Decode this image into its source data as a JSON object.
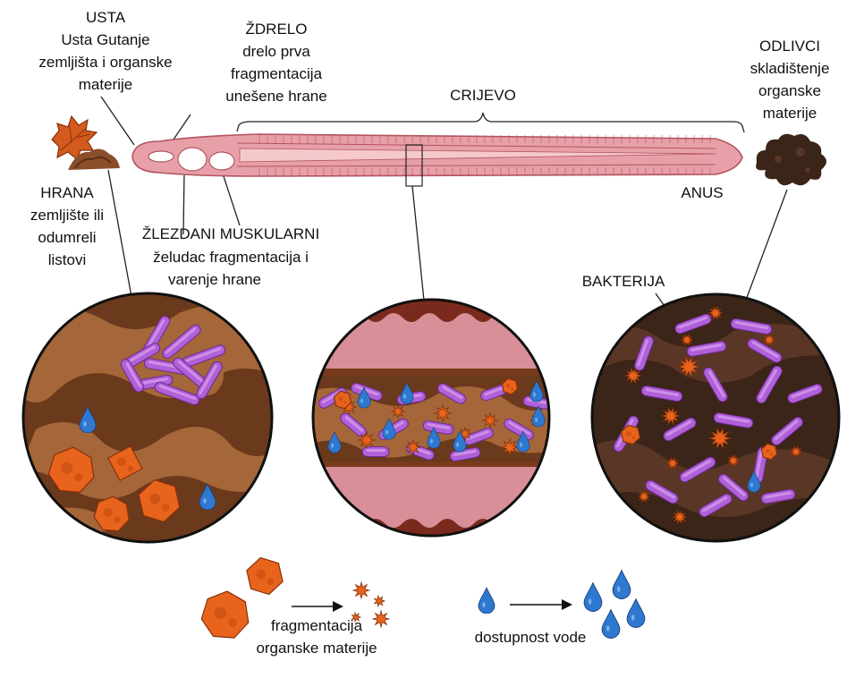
{
  "labels": {
    "usta": [
      "USTA",
      "Usta Gutanje",
      "zemljišta i organske",
      "materije"
    ],
    "zdrelo": [
      "ŽDRELO",
      "drelo prva",
      "fragmentacija",
      "unešene hrane"
    ],
    "crijevo": "CRIJEVO",
    "odlivci": [
      "ODLIVCI",
      "skladištenje",
      "organske",
      "materije"
    ],
    "hrana": [
      "HRANA",
      "zemljište ili",
      "odumreli",
      "listovi"
    ],
    "anus": "ANUS",
    "zeludac": [
      "ŽLEZDANI  MUSKULARNI",
      "želudac fragmentacija i",
      "varenje hrane"
    ],
    "bakterija": "BAKTERIJA",
    "legend_fragmentation": [
      "fragmentacija",
      "organske materije"
    ],
    "legend_water": "dostupnost vode"
  },
  "colors": {
    "worm_fill": "#e8a0a8",
    "worm_stroke": "#b2545e",
    "soil_dark": "#6b3a1c",
    "soil_light": "#a5663a",
    "gut_wall": "#d88f97",
    "bacteria": "#b060d8",
    "fragment": "#e8641c",
    "water": "#2e78d0",
    "dark_cast": "#3b2418"
  },
  "icons": [
    "leaf-icon",
    "soil-pile-icon",
    "cast-pile-icon",
    "bacteria-icon",
    "fragment-icon",
    "water-drop-icon"
  ]
}
